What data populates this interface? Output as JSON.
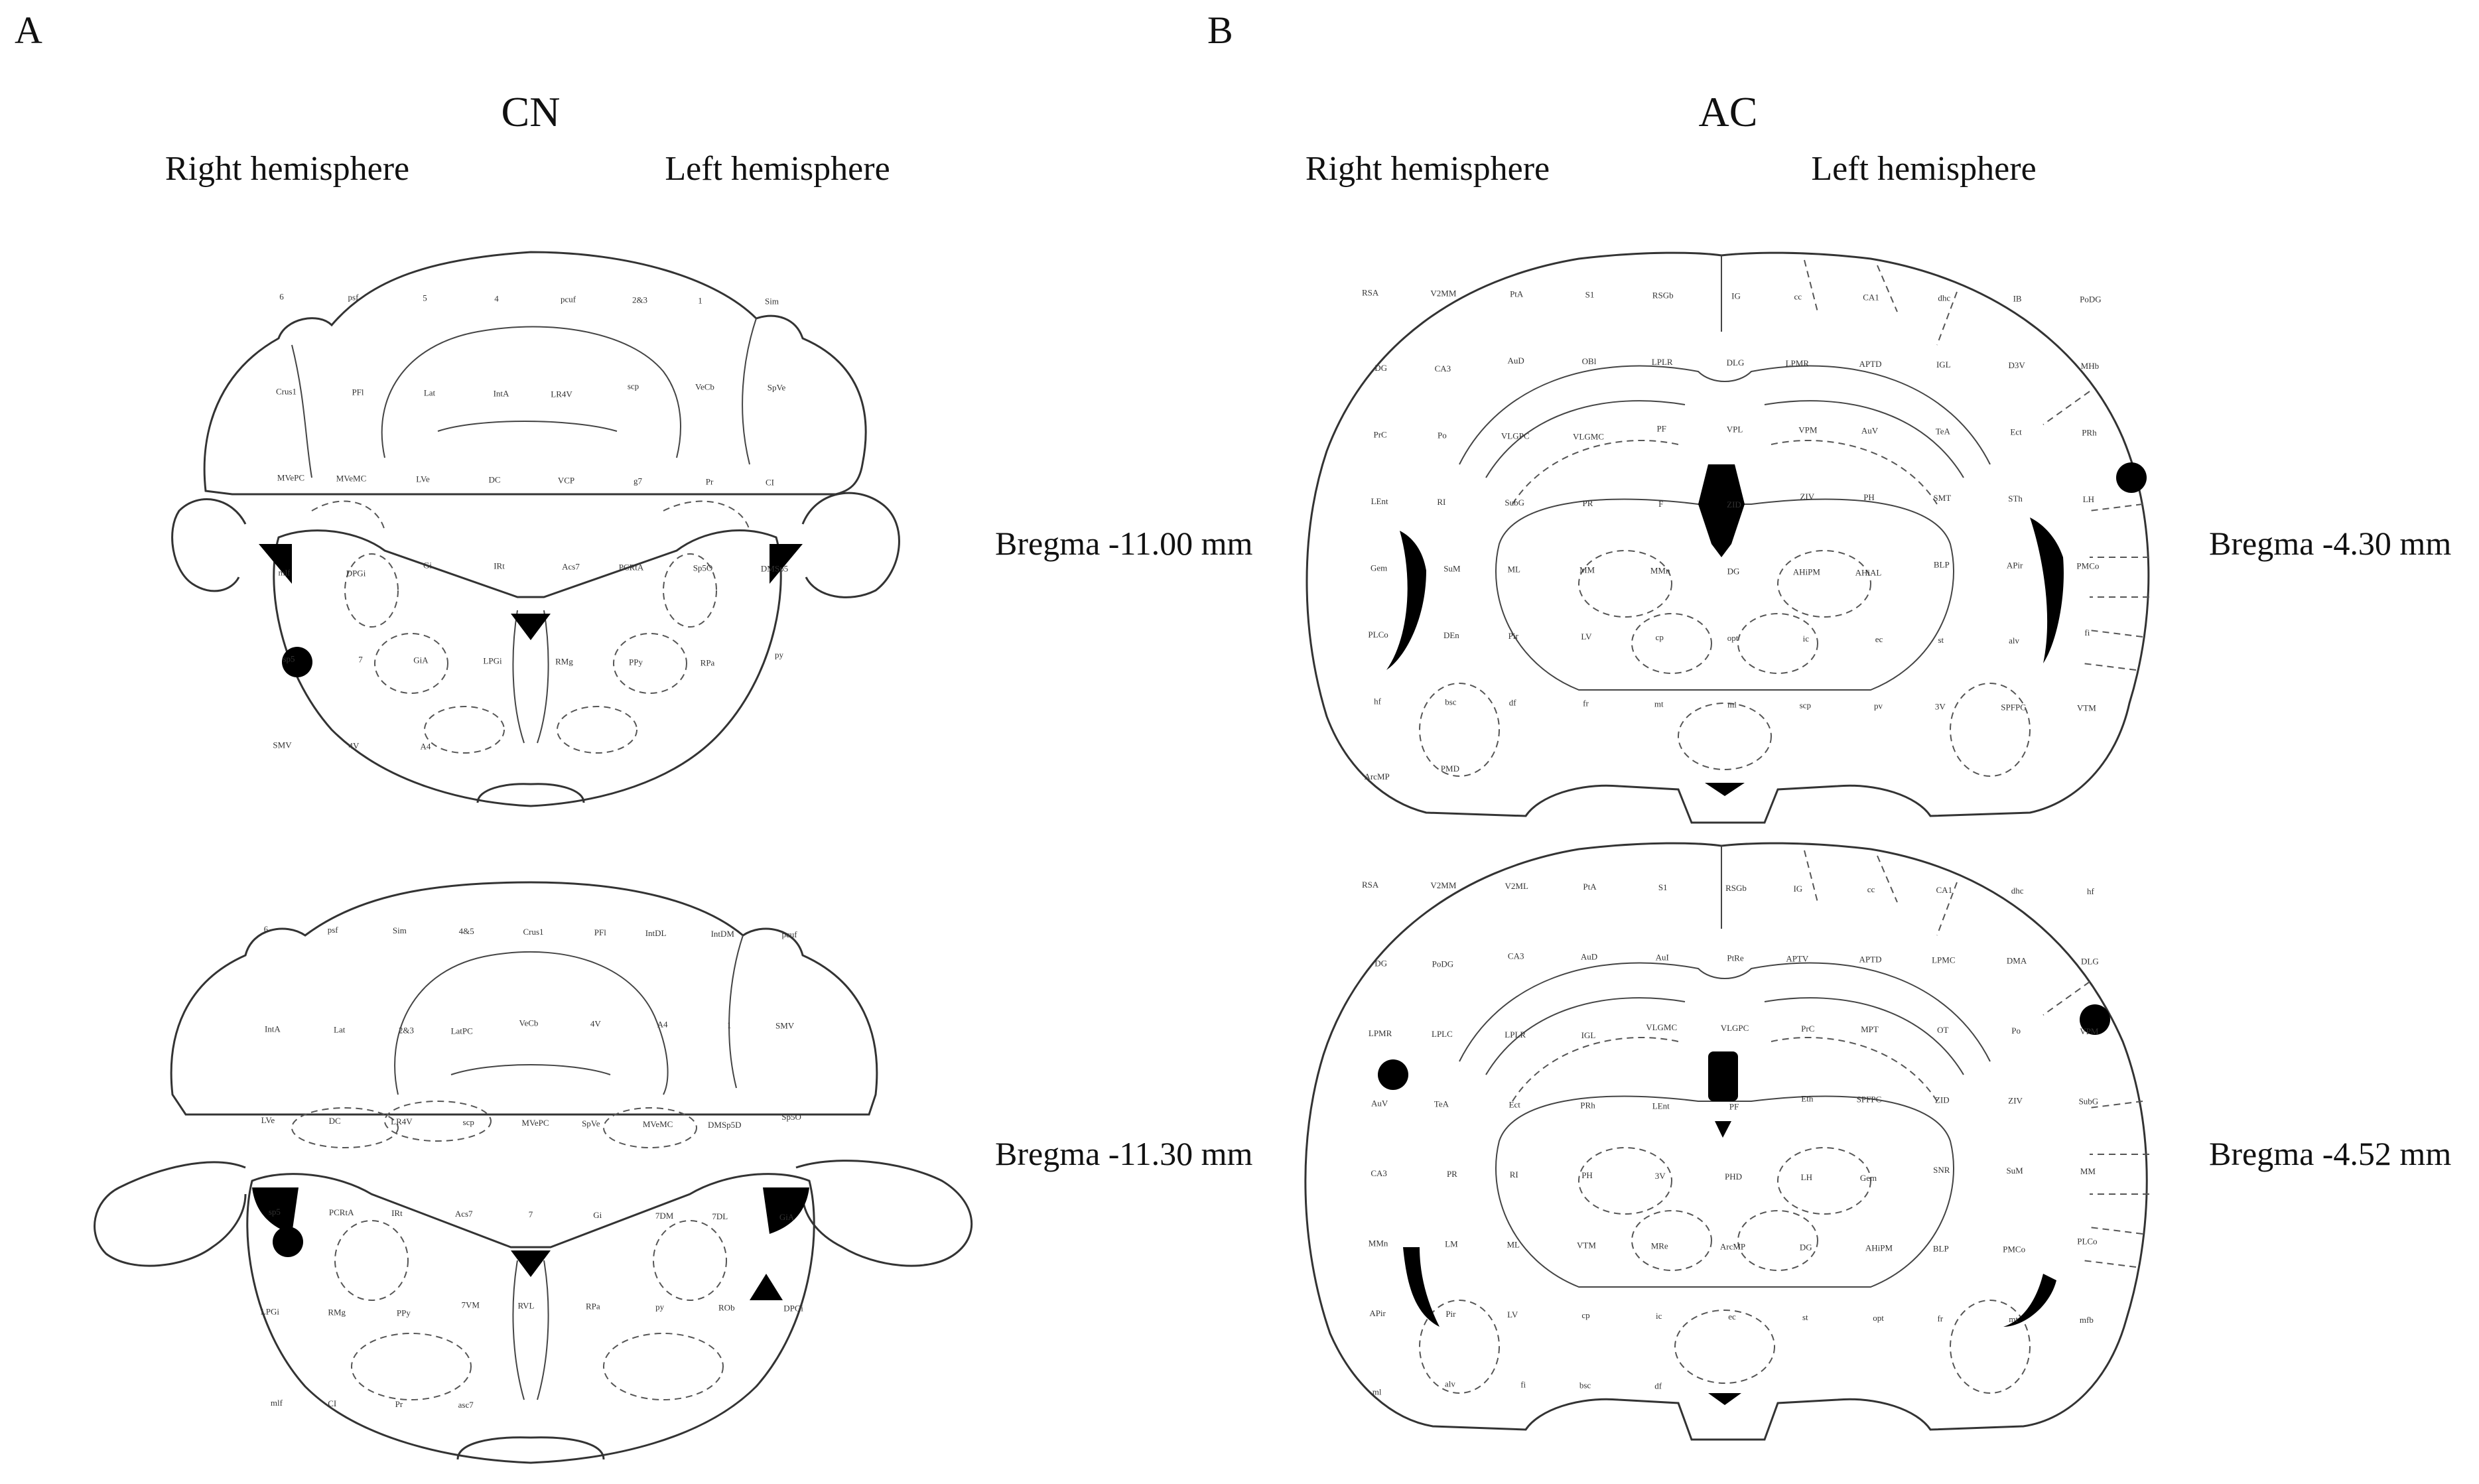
{
  "panels": [
    {
      "letter": "A",
      "title": "CN",
      "right_hemisphere": "Right hemisphere",
      "left_hemisphere": "Left hemisphere",
      "sections": [
        {
          "bregma": "Bregma -11.00 mm"
        },
        {
          "bregma": "Bregma -11.30 mm"
        }
      ]
    },
    {
      "letter": "B",
      "title": "AC",
      "right_hemisphere": "Right hemisphere",
      "left_hemisphere": "Left hemisphere",
      "sections": [
        {
          "bregma": "Bregma -4.30 mm"
        },
        {
          "bregma": "Bregma -4.52 mm"
        }
      ]
    }
  ],
  "atlas_labels": {
    "cn_top": [
      "6",
      "psf",
      "5",
      "4",
      "pcuf",
      "2&3",
      "1",
      "Sim",
      "Crus1",
      "PFl",
      "Lat",
      "IntA",
      "LR4V",
      "scp",
      "VeCb",
      "SpVe",
      "MVePC",
      "MVeMC",
      "LVe",
      "DC",
      "VCP",
      "g7",
      "Pr",
      "CI",
      "mlf",
      "DPGi",
      "Gi",
      "IRt",
      "Acs7",
      "PCRtA",
      "Sp5O",
      "DMSp5",
      "sp5",
      "7",
      "GiA",
      "LPGi",
      "RMg",
      "PPy",
      "RPa",
      "py",
      "SMV",
      "4V",
      "A4"
    ],
    "cn_bottom": [
      "6",
      "psf",
      "Sim",
      "4&5",
      "Crus1",
      "PFl",
      "IntDL",
      "IntDM",
      "pcuf",
      "IntA",
      "Lat",
      "2&3",
      "LatPC",
      "VeCb",
      "4V",
      "A4",
      "1",
      "SMV",
      "LVe",
      "DC",
      "LR4V",
      "scp",
      "MVePC",
      "SpVe",
      "MVeMC",
      "DMSp5D",
      "Sp5O",
      "sp5",
      "PCRtA",
      "IRt",
      "Acs7",
      "7",
      "Gi",
      "7DM",
      "7DL",
      "GiA",
      "LPGi",
      "RMg",
      "PPy",
      "7VM",
      "RVL",
      "RPa",
      "py",
      "ROb",
      "DPGi",
      "mlf",
      "CI",
      "Pr",
      "asc7"
    ],
    "ac_top": [
      "RSA",
      "V2MM",
      "PtA",
      "S1",
      "RSGb",
      "IG",
      "cc",
      "CA1",
      "dhc",
      "IB",
      "PoDG",
      "DG",
      "CA3",
      "AuD",
      "OBl",
      "LPLR",
      "DLG",
      "LPMR",
      "APTD",
      "IGL",
      "D3V",
      "MHb",
      "PrC",
      "Po",
      "VLGPC",
      "VLGMC",
      "PF",
      "VPL",
      "VPM",
      "AuV",
      "TeA",
      "Ect",
      "PRh",
      "LEnt",
      "RI",
      "SubG",
      "PR",
      "F",
      "ZID",
      "ZIV",
      "PH",
      "SMT",
      "STh",
      "LH",
      "Gem",
      "SuM",
      "ML",
      "MM",
      "MMn",
      "DG",
      "AHiPM",
      "AHiAL",
      "BLP",
      "APir",
      "PMCo",
      "PLCo",
      "DEn",
      "Pir",
      "LV",
      "cp",
      "opt",
      "ic",
      "ec",
      "st",
      "alv",
      "fi",
      "hf",
      "bsc",
      "df",
      "fr",
      "mt",
      "ml",
      "scp",
      "pv",
      "3V",
      "SPFPC",
      "VTM",
      "ArcMP",
      "PMD"
    ],
    "ac_bottom": [
      "RSA",
      "V2MM",
      "V2ML",
      "PtA",
      "S1",
      "RSGb",
      "IG",
      "cc",
      "CA1",
      "dhc",
      "hf",
      "DG",
      "PoDG",
      "CA3",
      "AuD",
      "AuI",
      "PtRe",
      "APTV",
      "APTD",
      "LPMC",
      "DMA",
      "DLG",
      "LPMR",
      "LPLC",
      "LPLR",
      "IGL",
      "VLGMC",
      "VLGPC",
      "PrC",
      "MPT",
      "OT",
      "Po",
      "VPM",
      "AuV",
      "TeA",
      "Ect",
      "PRh",
      "LEnt",
      "PF",
      "Eth",
      "SPFPC",
      "ZID",
      "ZIV",
      "SubG",
      "CA3",
      "PR",
      "RI",
      "PH",
      "3V",
      "PHD",
      "LH",
      "Gem",
      "SNR",
      "SuM",
      "MM",
      "MMn",
      "LM",
      "ML",
      "VTM",
      "MRe",
      "ArcMP",
      "DG",
      "AHiPM",
      "BLP",
      "PMCo",
      "PLCo",
      "APir",
      "Pir",
      "LV",
      "cp",
      "ic",
      "ec",
      "st",
      "opt",
      "fr",
      "mt",
      "mfb",
      "ml",
      "alv",
      "fi",
      "bsc",
      "df"
    ]
  }
}
